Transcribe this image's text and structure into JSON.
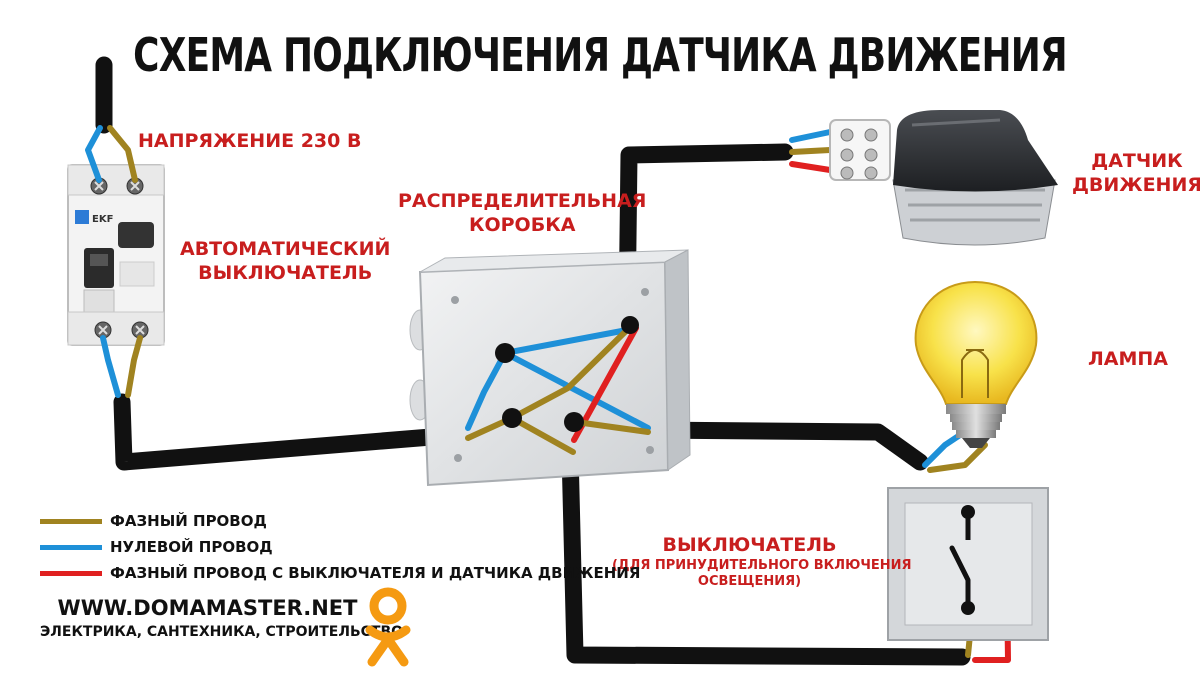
{
  "title": "СХЕМА ПОДКЛЮЧЕНИЯ ДАТЧИКА ДВИЖЕНИЯ",
  "labels": {
    "voltage": "НАПРЯЖЕНИЕ 230 В",
    "breaker_line1": "АВТОМАТИЧЕСКИЙ",
    "breaker_line2": "ВЫКЛЮЧАТЕЛЬ",
    "box_line1": "РАСПРЕДЕЛИТЕЛЬНАЯ",
    "box_line2": "КОРОБКА",
    "sensor_line1": "ДАТЧИК",
    "sensor_line2": "ДВИЖЕНИЯ",
    "lamp": "ЛАМПА",
    "switch_title": "ВЫКЛЮЧАТЕЛЬ",
    "switch_sub1": "(ДЛЯ ПРИНУДИТЕЛЬНОГО ВКЛЮЧЕНИЯ",
    "switch_sub2": "ОСВЕЩЕНИЯ)"
  },
  "legend": [
    {
      "label": "ФАЗНЫЙ ПРОВОД",
      "color": "#a08320"
    },
    {
      "label": "НУЛЕВОЙ ПРОВОД",
      "color": "#1e90d8"
    },
    {
      "label": "ФАЗНЫЙ ПРОВОД С ВЫКЛЮЧАТЕЛЯ И ДАТЧИКА ДВИЖЕНИЯ",
      "color": "#e02020"
    }
  ],
  "breaker_brand": "EKF",
  "site": {
    "url": "WWW.DOMAMASTER.NET",
    "tagline": "ЭЛЕКТРИКА, САНТЕХНИКА, СТРОИТЕЛЬСТВО"
  },
  "colors": {
    "label_red": "#c81e1e",
    "phase": "#a08320",
    "neutral": "#1e90d8",
    "switched": "#e02020",
    "cable": "#111111",
    "ok_orange": "#f59a12"
  }
}
